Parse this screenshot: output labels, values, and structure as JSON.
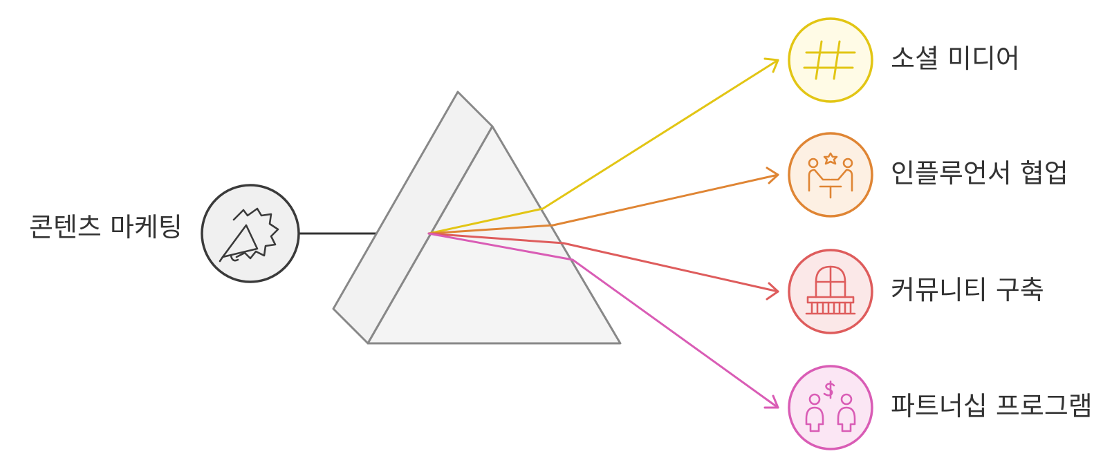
{
  "source": {
    "label": "콘텐츠 마케팅",
    "icon": "megaphone-icon",
    "color": "#3a3a3a"
  },
  "prism": {
    "fill": "#f4f4f4",
    "stroke": "#888888"
  },
  "outputs": [
    {
      "label": "소셜 미디어",
      "icon": "hashtag-icon",
      "color": "#e2c514",
      "fill": "#fffbe6"
    },
    {
      "label": "인플루언서 협업",
      "icon": "collaboration-icon",
      "color": "#df8534",
      "fill": "#fdf0e3"
    },
    {
      "label": "커뮤니티 구축",
      "icon": "community-building-icon",
      "color": "#de5c5c",
      "fill": "#fbe8e8"
    },
    {
      "label": "파트너십 프로그램",
      "icon": "partnership-icon",
      "color": "#d95cb5",
      "fill": "#fbe6f4"
    }
  ]
}
